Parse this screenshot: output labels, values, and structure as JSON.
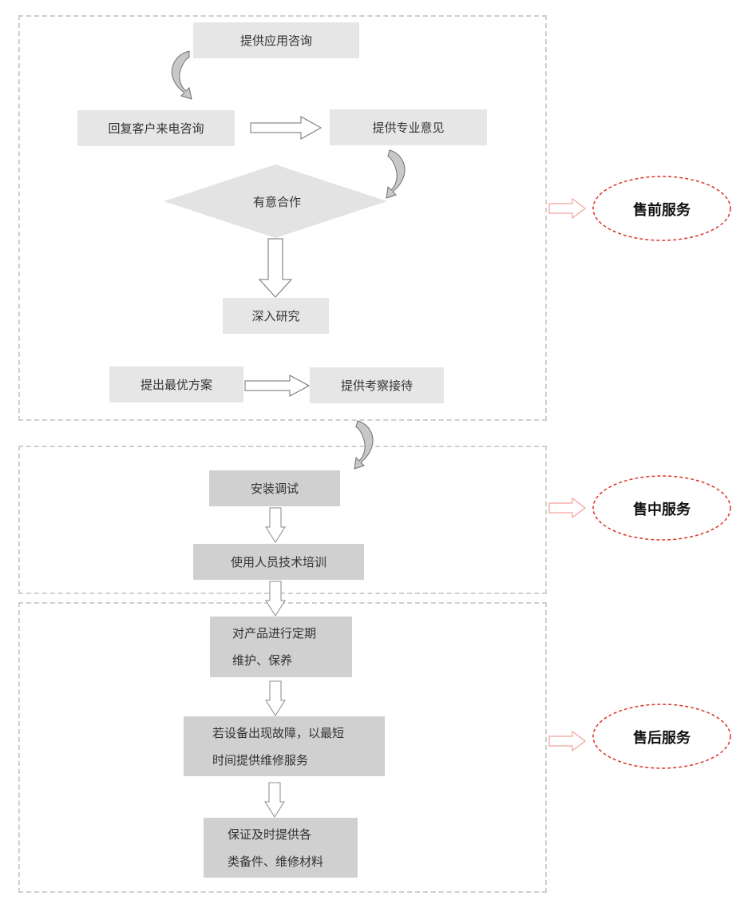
{
  "pre_sale": {
    "consult": "提供应用咨询",
    "reply": "回复客户来电咨询",
    "opinion": "提供专业意见",
    "intent": "有意合作",
    "research": "深入研究",
    "plan": "提出最优方案",
    "visit": "提供考察接待",
    "label": "售前服务"
  },
  "in_sale": {
    "install": "安装调试",
    "training": "使用人员技术培训",
    "label": "售中服务"
  },
  "after_sale": {
    "maint_line1": "对产品进行定期",
    "maint_line2": "维护、保养",
    "fault_line1": "若设备出现故障，以最短",
    "fault_line2": "时间提供维修服务",
    "parts_line1": "保证及时提供各",
    "parts_line2": "类备件、维修材料",
    "label": "售后服务"
  },
  "colors": {
    "box_light": "#e6e6e6",
    "box_dark": "#d0d0d0",
    "panel_border": "#cfcfcf",
    "oval_border": "#d9342b",
    "side_arrow": "#f2a39a"
  }
}
